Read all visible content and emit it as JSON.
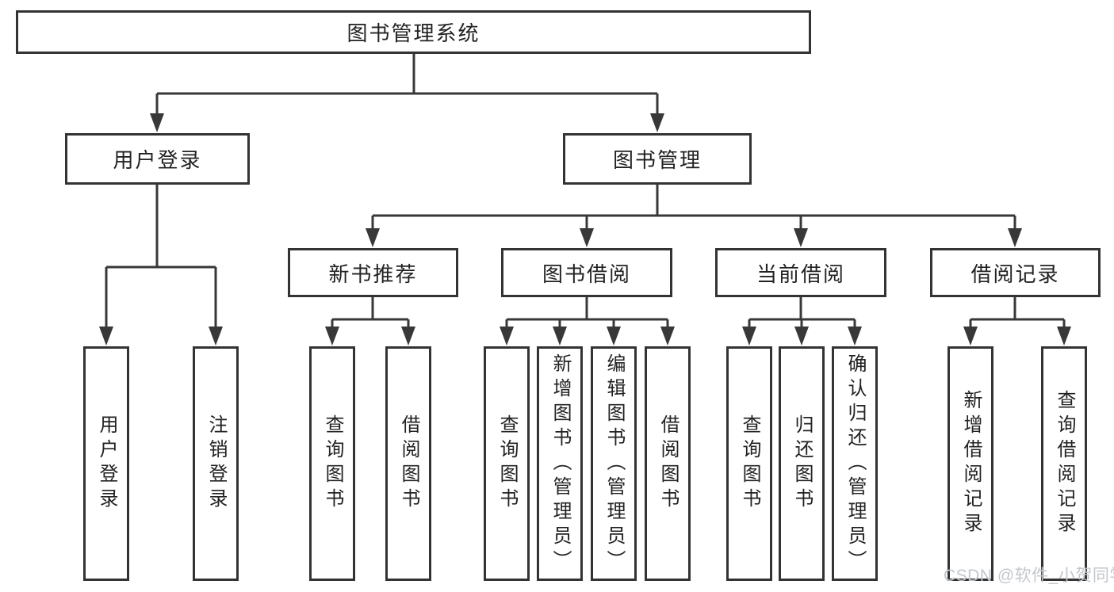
{
  "colors": {
    "line": "#383838",
    "border": "#333333",
    "text": "#222222",
    "bg": "#ffffff",
    "watermark": "#c3c7cb"
  },
  "watermark": {
    "text": "CSDN @软件_小贺同学"
  },
  "tree": {
    "root": "图书管理系统",
    "user_login": {
      "label": "用户登录",
      "children": [
        "用户登录",
        "注销登录"
      ]
    },
    "book_mgmt": {
      "label": "图书管理",
      "children": [
        {
          "label": "新书推荐",
          "children": [
            "查询图书",
            "借阅图书"
          ]
        },
        {
          "label": "图书借阅",
          "children": [
            "查询图书",
            "新增图书（管理员）",
            "编辑图书（管理员）",
            "借阅图书"
          ]
        },
        {
          "label": "当前借阅",
          "children": [
            "查询图书",
            "归还图书",
            "确认归还（管理员）"
          ]
        },
        {
          "label": "借阅记录",
          "children": [
            "新增借阅记录",
            "查询借阅记录"
          ]
        }
      ]
    }
  }
}
